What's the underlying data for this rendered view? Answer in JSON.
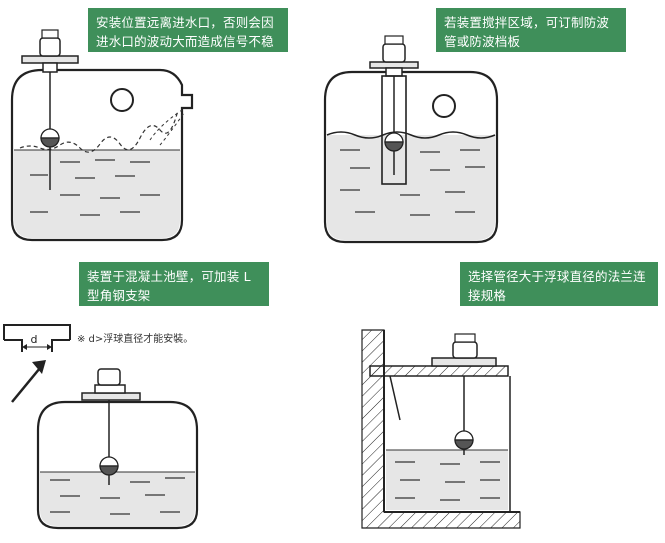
{
  "notes": {
    "inlet": "安装位置远离进水口，否则会因进水口的波动大而造成信号不稳定",
    "agitator": "若装置搅拌区域，可订制防波管或防波档板",
    "wall": "装置于混凝土池壁，可加装 L 型角钢支架",
    "flange": "选择管径大于浮球直径的法兰连接规格"
  },
  "dimension_label": "d",
  "hint": "※ d>浮球直径才能安裝。",
  "colors": {
    "note_bg": "#3f8f5a",
    "note_text": "#ffffff",
    "liquid": "#e6e6e6",
    "line": "#222222"
  }
}
